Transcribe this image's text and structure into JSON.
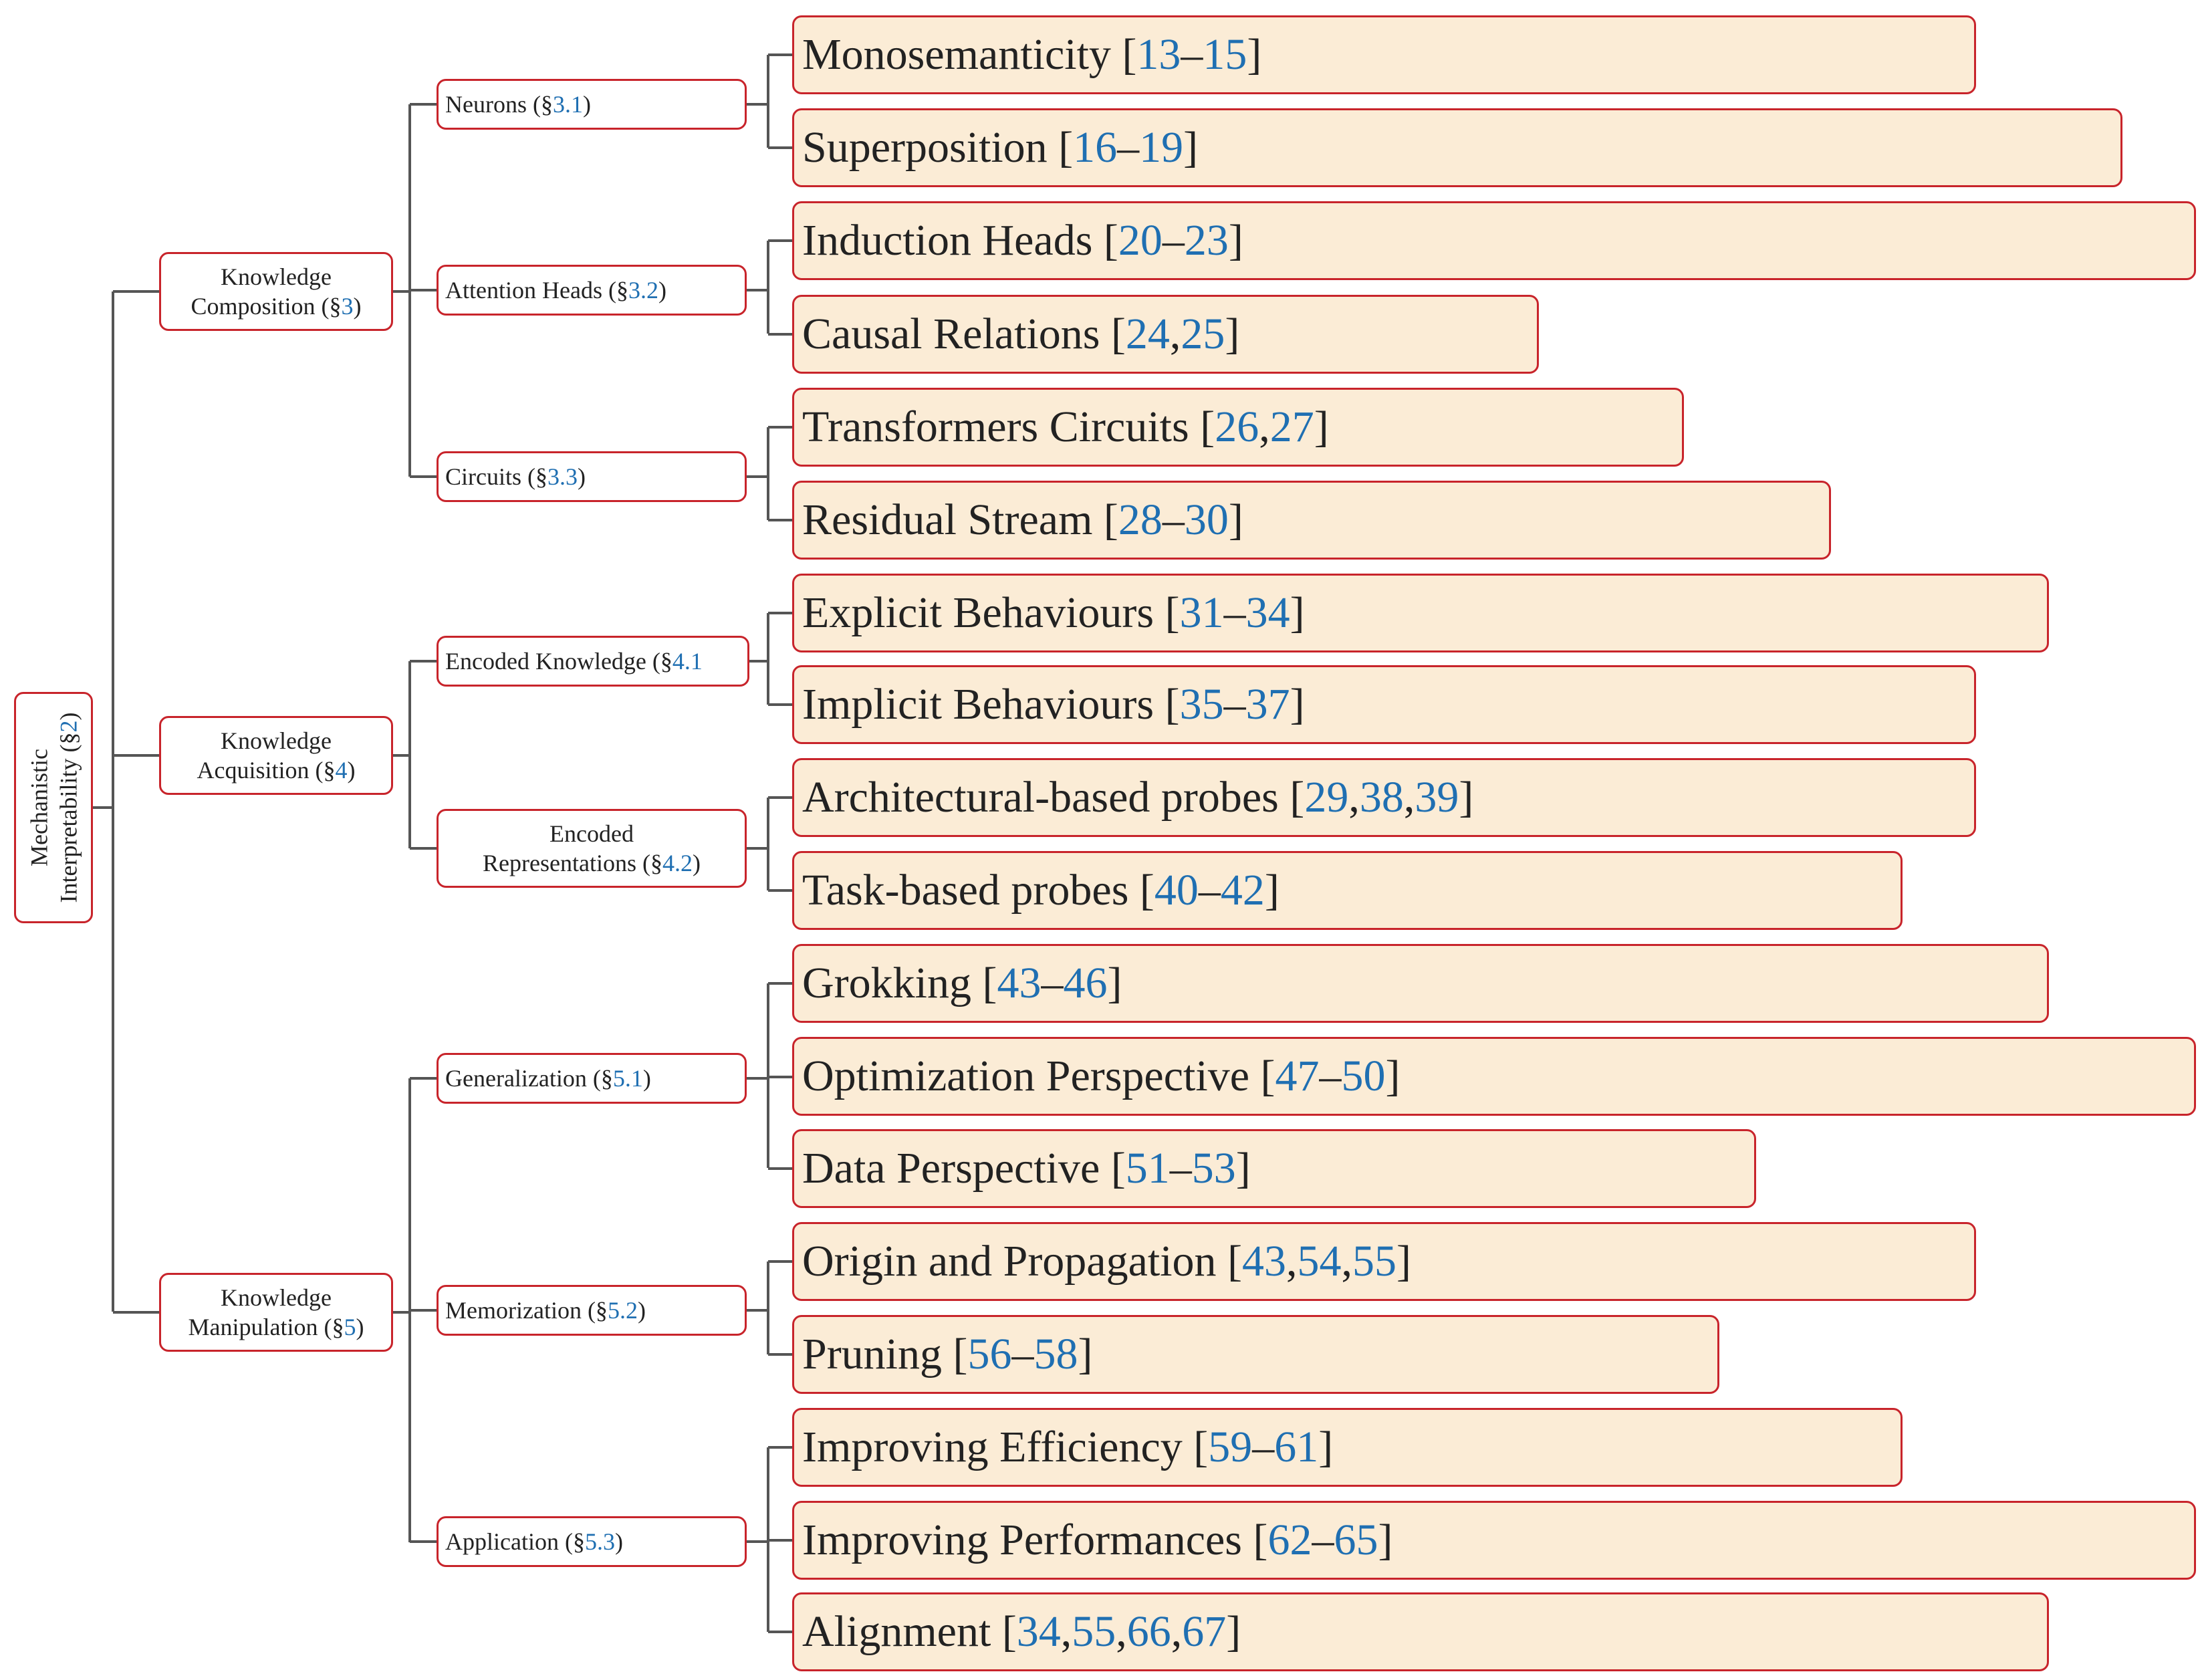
{
  "colors": {
    "border": "#c8242b",
    "leaf_fill": "#fbecd6",
    "node_fill": "#ffffff",
    "link": "#1f6fb2",
    "connector": "#555555"
  },
  "root": {
    "line1": "Mechanistic",
    "line2_text": "Interpretability (§",
    "line2_ref": "2",
    "line2_close": ")"
  },
  "categories": [
    {
      "line1": "Knowledge",
      "line2_text": "Composition (§",
      "line2_ref": "3",
      "line2_close": ")",
      "subs": [
        {
          "text": "Neurons (§",
          "ref": "3.1",
          "close": ")",
          "leaves": [
            {
              "label": "Monosemanticity",
              "refs": [
                "13",
                "15"
              ],
              "sep": "–"
            },
            {
              "label": "Superposition",
              "refs": [
                "16",
                "19"
              ],
              "sep": "–"
            }
          ]
        },
        {
          "text": "Attention Heads (§",
          "ref": "3.2",
          "close": ")",
          "leaves": [
            {
              "label": "Induction Heads",
              "refs": [
                "20",
                "23"
              ],
              "sep": "–"
            },
            {
              "label": "Causal Relations",
              "refs": [
                "24",
                "25"
              ],
              "sep": ","
            }
          ]
        },
        {
          "text": "Circuits (§",
          "ref": "3.3",
          "close": ")",
          "leaves": [
            {
              "label": "Transformers Circuits",
              "refs": [
                "26",
                "27"
              ],
              "sep": ","
            },
            {
              "label": "Residual Stream",
              "refs": [
                "28",
                "30"
              ],
              "sep": "–"
            }
          ]
        }
      ]
    },
    {
      "line1": "Knowledge",
      "line2_text": "Acquisition (§",
      "line2_ref": "4",
      "line2_close": ")",
      "subs": [
        {
          "text": "Encoded Knowledge (§",
          "ref": "4.1",
          "close": "",
          "leaves": [
            {
              "label": "Explicit Behaviours",
              "refs": [
                "31",
                "34"
              ],
              "sep": "–"
            },
            {
              "label": "Implicit Behaviours",
              "refs": [
                "35",
                "37"
              ],
              "sep": "–"
            }
          ]
        },
        {
          "line1": "Encoded",
          "text": "Representations (§",
          "ref": "4.2",
          "close": ")",
          "leaves": [
            {
              "label": "Architectural-based probes",
              "refs": [
                "29",
                "38",
                "39"
              ],
              "sep": ","
            },
            {
              "label": "Task-based probes",
              "refs": [
                "40",
                "42"
              ],
              "sep": "–"
            }
          ]
        }
      ]
    },
    {
      "line1": "Knowledge",
      "line2_text": "Manipulation (§",
      "line2_ref": "5",
      "line2_close": ")",
      "subs": [
        {
          "text": "Generalization (§",
          "ref": "5.1",
          "close": ")",
          "leaves": [
            {
              "label": "Grokking",
              "refs": [
                "43",
                "46"
              ],
              "sep": "–"
            },
            {
              "label": "Optimization Perspective",
              "refs": [
                "47",
                "50"
              ],
              "sep": "–"
            },
            {
              "label": "Data Perspective",
              "refs": [
                "51",
                "53"
              ],
              "sep": "–"
            }
          ]
        },
        {
          "text": "Memorization (§",
          "ref": "5.2",
          "close": ")",
          "leaves": [
            {
              "label": "Origin and Propagation",
              "refs": [
                "43",
                "54",
                "55"
              ],
              "sep": ","
            },
            {
              "label": "Pruning",
              "refs": [
                "56",
                "58"
              ],
              "sep": "–"
            }
          ]
        },
        {
          "text": "Application (§",
          "ref": "5.3",
          "close": ")",
          "leaves": [
            {
              "label": "Improving Efficiency",
              "refs": [
                "59",
                "61"
              ],
              "sep": "–"
            },
            {
              "label": "Improving Performances",
              "refs": [
                "62",
                "65"
              ],
              "sep": "–"
            },
            {
              "label": "Alignment",
              "refs": [
                "34",
                "55",
                "66",
                "67"
              ],
              "sep": ","
            }
          ]
        }
      ]
    }
  ]
}
